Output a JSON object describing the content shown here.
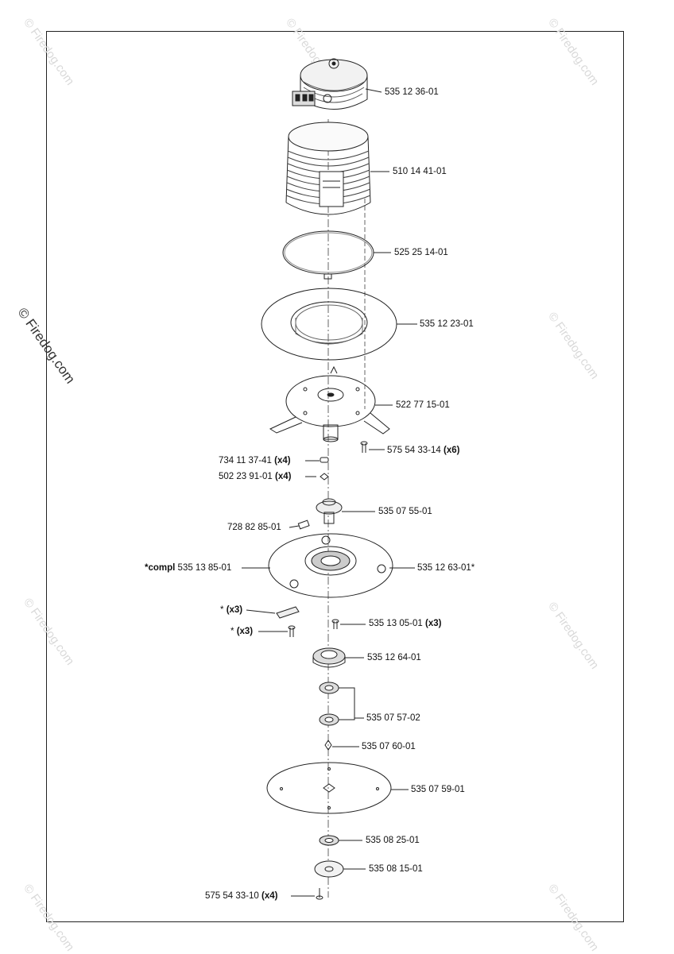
{
  "watermark": {
    "side_text": "© Firedog.com",
    "repeat_text": "© Firedog.com"
  },
  "parts": [
    {
      "id": "p1",
      "number": "535 12 36-01",
      "qty": ""
    },
    {
      "id": "p2",
      "number": "510 14 41-01",
      "qty": ""
    },
    {
      "id": "p3",
      "number": "525 25 14-01",
      "qty": ""
    },
    {
      "id": "p4",
      "number": "535 12 23-01",
      "qty": ""
    },
    {
      "id": "p5",
      "number": "522 77 15-01",
      "qty": ""
    },
    {
      "id": "p6",
      "number": "575 54 33-14",
      "qty": "(x6)"
    },
    {
      "id": "p7",
      "number": "734 11 37-41",
      "qty": "(x4)"
    },
    {
      "id": "p8",
      "number": "502 23 91-01",
      "qty": "(x4)"
    },
    {
      "id": "p9",
      "number": "535 07 55-01",
      "qty": ""
    },
    {
      "id": "p10",
      "number": "728 82 85-01",
      "qty": ""
    },
    {
      "id": "p11",
      "number": "535 13 85-01",
      "qty": "*compl"
    },
    {
      "id": "p12",
      "number": "535 12 63-01*",
      "qty": ""
    },
    {
      "id": "p13",
      "number": "*",
      "qty": "(x3)"
    },
    {
      "id": "p14",
      "number": "535 13 05-01",
      "qty": "(x3)"
    },
    {
      "id": "p15",
      "number": "*",
      "qty": "(x3)"
    },
    {
      "id": "p16",
      "number": "535 12 64-01",
      "qty": ""
    },
    {
      "id": "p17",
      "number": "535 07 57-02",
      "qty": ""
    },
    {
      "id": "p18",
      "number": "535 07 60-01",
      "qty": ""
    },
    {
      "id": "p19",
      "number": "535 07 59-01",
      "qty": ""
    },
    {
      "id": "p20",
      "number": "535 08 25-01",
      "qty": ""
    },
    {
      "id": "p21",
      "number": "535 08 15-01",
      "qty": ""
    },
    {
      "id": "p22",
      "number": "575 54 33-10",
      "qty": "(x4)"
    }
  ]
}
